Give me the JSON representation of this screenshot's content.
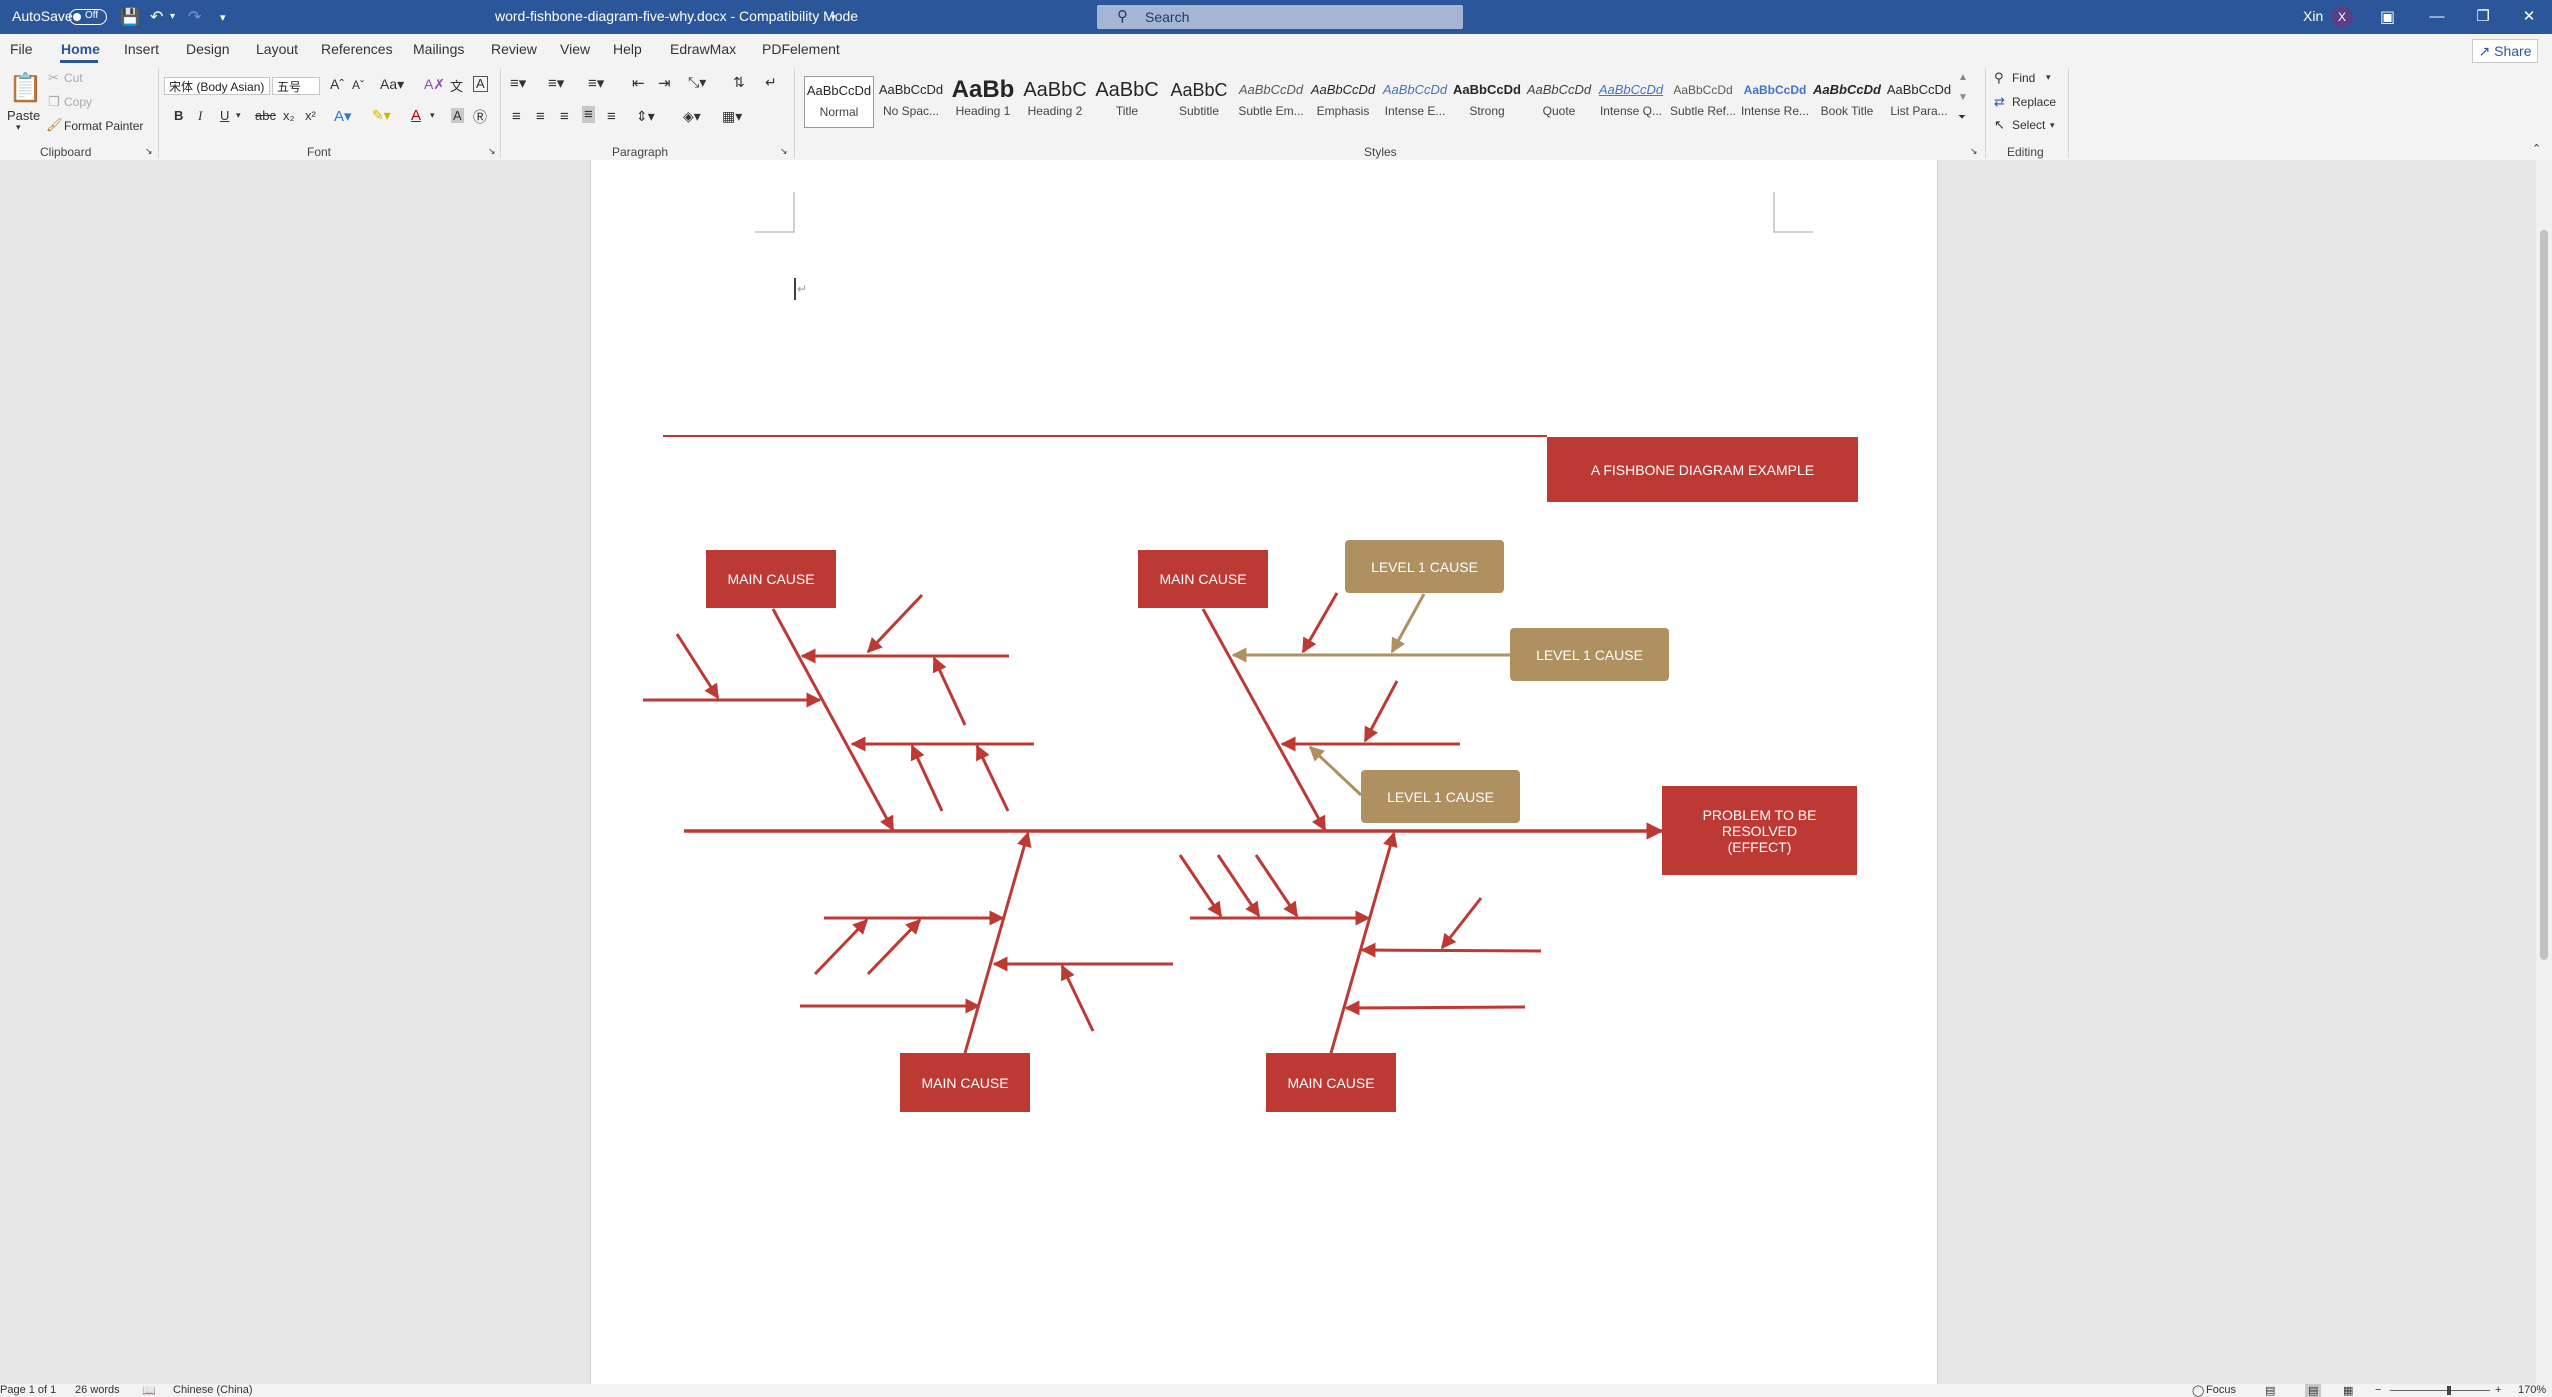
{
  "titlebar": {
    "autosave_label": "AutoSave",
    "autosave_state": "Off",
    "document_title": "word-fishbone-diagram-five-why.docx  -  Compatibility Mode",
    "search_placeholder": "Search",
    "user_name": "Xin",
    "user_initial": "X"
  },
  "menu": {
    "file": "File",
    "home": "Home",
    "insert": "Insert",
    "design": "Design",
    "layout": "Layout",
    "references": "References",
    "mailings": "Mailings",
    "review": "Review",
    "view": "View",
    "help": "Help",
    "edrawmax": "EdrawMax",
    "pdfelement": "PDFelement",
    "share": "Share"
  },
  "ribbon": {
    "clipboard": {
      "paste": "Paste",
      "cut": "Cut",
      "copy": "Copy",
      "format_painter": "Format Painter",
      "group": "Clipboard"
    },
    "font": {
      "font_name": "宋体 (Body Asian)",
      "font_size": "五号",
      "group": "Font"
    },
    "paragraph": {
      "group": "Paragraph"
    },
    "styles": {
      "group": "Styles",
      "items": [
        {
          "preview": "AaBbCcDd",
          "name": "Normal"
        },
        {
          "preview": "AaBbCcDd",
          "name": "No Spac..."
        },
        {
          "preview": "AaBb",
          "name": "Heading 1"
        },
        {
          "preview": "AaBbC",
          "name": "Heading 2"
        },
        {
          "preview": "AaBbC",
          "name": "Title"
        },
        {
          "preview": "AaBbC",
          "name": "Subtitle"
        },
        {
          "preview": "AaBbCcDd",
          "name": "Subtle Em..."
        },
        {
          "preview": "AaBbCcDd",
          "name": "Emphasis"
        },
        {
          "preview": "AaBbCcDd",
          "name": "Intense E..."
        },
        {
          "preview": "AaBbCcDd",
          "name": "Strong"
        },
        {
          "preview": "AaBbCcDd",
          "name": "Quote"
        },
        {
          "preview": "AaBbCcDd",
          "name": "Intense Q..."
        },
        {
          "preview": "AaBbCcDd",
          "name": "Subtle Ref..."
        },
        {
          "preview": "AaBbCcDd",
          "name": "Intense Re..."
        },
        {
          "preview": "AaBbCcDd",
          "name": "Book Title"
        },
        {
          "preview": "AaBbCcDd",
          "name": "List Para..."
        }
      ]
    },
    "editing": {
      "find": "Find",
      "replace": "Replace",
      "select": "Select",
      "group": "Editing"
    }
  },
  "diagram": {
    "title": "A FISHBONE DIAGRAM EXAMPLE",
    "effect_line1": "PROBLEM TO BE",
    "effect_line2": "RESOLVED",
    "effect_line3": "(EFFECT)",
    "main_cause_1": "MAIN CAUSE",
    "main_cause_2": "MAIN CAUSE",
    "main_cause_3": "MAIN CAUSE",
    "main_cause_4": "MAIN CAUSE",
    "level1_1": "LEVEL 1 CAUSE",
    "level1_2": "LEVEL 1 CAUSE",
    "level1_3": "LEVEL 1 CAUSE",
    "colors": {
      "red": "#bd3a34",
      "tan": "#ae9061"
    }
  },
  "status": {
    "page": "Page 1 of 1",
    "words": "26 words",
    "language": "Chinese (China)",
    "focus": "Focus",
    "zoom": "170%"
  }
}
